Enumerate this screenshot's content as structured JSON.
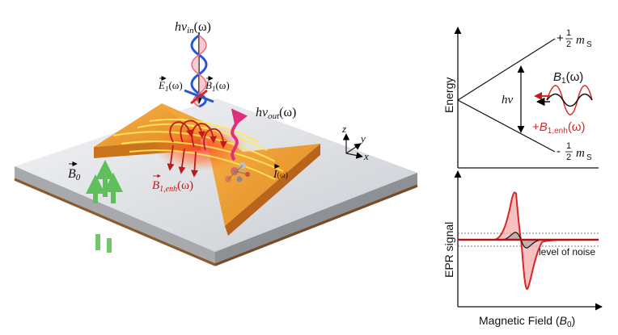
{
  "left_panel": {
    "photon_in": {
      "base": "hν",
      "sub": "in",
      "arg": "(ω)"
    },
    "photon_out": {
      "base": "hν",
      "sub": "out",
      "arg": "(ω)"
    },
    "e1": {
      "base": "E",
      "sub": "1",
      "arg": "(ω)"
    },
    "b1": {
      "base": "B",
      "sub": "1",
      "arg": "(ω)"
    },
    "b1_enh": {
      "base": "B",
      "sub": "1,enh",
      "arg": "(ω)"
    },
    "current": {
      "base": "I",
      "arg": "(ω)"
    },
    "b0": {
      "base": "B",
      "sub": "0"
    },
    "axes": {
      "z": "z",
      "y": "y",
      "x": "x"
    }
  },
  "energy_plot": {
    "ylabel": "Energy",
    "upper_level": {
      "sign": "+",
      "num": "1",
      "den": "2",
      "m": "m",
      "sub": "S"
    },
    "lower_level": {
      "sign": "-",
      "num": "1",
      "den": "2",
      "m": "m",
      "sub": "S"
    },
    "gap": "hν",
    "b1": {
      "base": "B",
      "sub": "1",
      "arg": "(ω)"
    },
    "b1_enh": {
      "prefix": "+",
      "base": "B",
      "sub": "1,enh",
      "arg": "(ω)"
    }
  },
  "epr_plot": {
    "ylabel": "EPR signal",
    "xlabel": {
      "text": "Magnetic Field (",
      "sym": "B",
      "sub": "0",
      "close": ")"
    },
    "noise_label": "level of noise"
  },
  "colors": {
    "orange": "#f0a23a",
    "red": "#d8262a",
    "blue": "#2a55d6",
    "green": "#5fbf5a",
    "magenta": "#e0307c",
    "yellow": "#ffe85a"
  }
}
